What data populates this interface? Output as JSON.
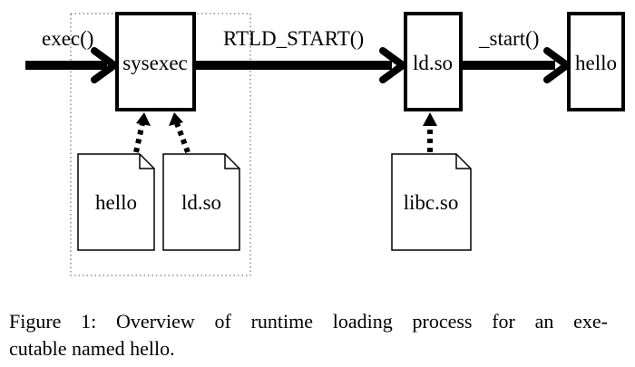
{
  "diagram": {
    "arrows": {
      "exec": "exec()",
      "rtld_start": "RTLD_START()",
      "start": "_start()"
    },
    "boxes": {
      "sysexec": "sysexec",
      "ldso": "ld.so",
      "hello": "hello"
    },
    "files": {
      "hello": "hello",
      "ldso": "ld.so",
      "libc": "libc.so"
    }
  },
  "caption": {
    "line1": "Figure 1: Overview of runtime loading process for an exe-",
    "line2": "cutable named hello."
  }
}
